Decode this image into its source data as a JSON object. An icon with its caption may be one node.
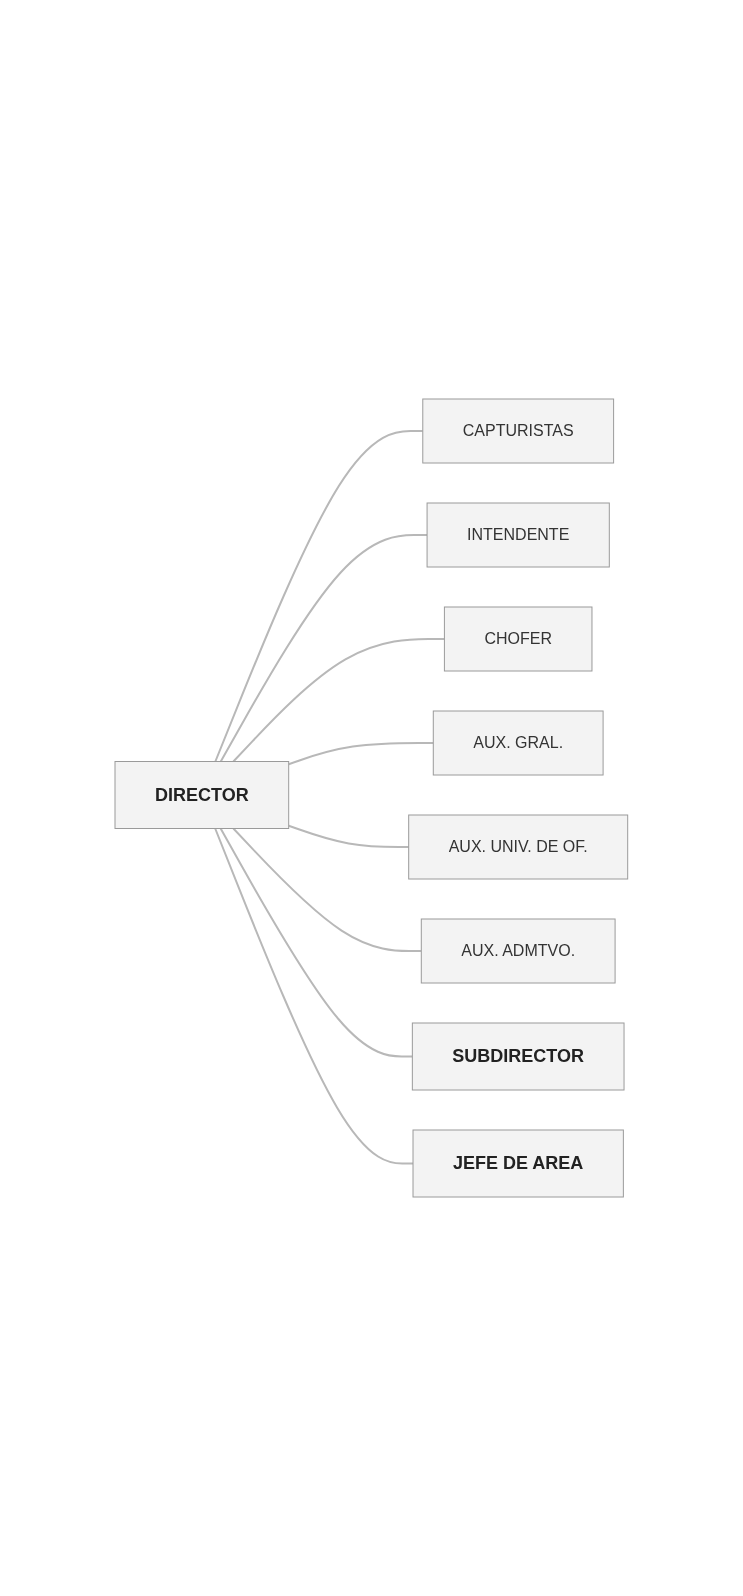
{
  "diagram": {
    "nodes": [
      {
        "text": [
          "DIRECTOR"
        ]
      },
      {
        "text": [
          "CAPTURISTAS"
        ]
      },
      {
        "text": [
          "INTENDENTE"
        ]
      },
      {
        "text": [
          "CHOFER"
        ]
      },
      {
        "text": [
          "AUX. GRAL."
        ]
      },
      {
        "text": [
          "AUX. UNIV. DE OF."
        ]
      },
      {
        "text": [
          "AUX. ADMTVO."
        ]
      },
      {
        "text": [
          "SUBDIRECTOR"
        ]
      },
      {
        "text": [
          "JEFE DE AREA"
        ]
      }
    ],
    "edges": [
      {
        "from": 0,
        "to": 1,
        "arrow": "none"
      },
      {
        "from": 0,
        "to": 2,
        "arrow": "none"
      },
      {
        "from": 0,
        "to": 3,
        "arrow": "none"
      },
      {
        "from": 0,
        "to": 4,
        "arrow": "none"
      },
      {
        "from": 0,
        "to": 5,
        "arrow": "none"
      },
      {
        "from": 0,
        "to": 6,
        "arrow": "none"
      },
      {
        "from": 0,
        "to": 7,
        "arrow": "none"
      },
      {
        "from": 0,
        "to": 8,
        "arrow": "none"
      }
    ]
  }
}
